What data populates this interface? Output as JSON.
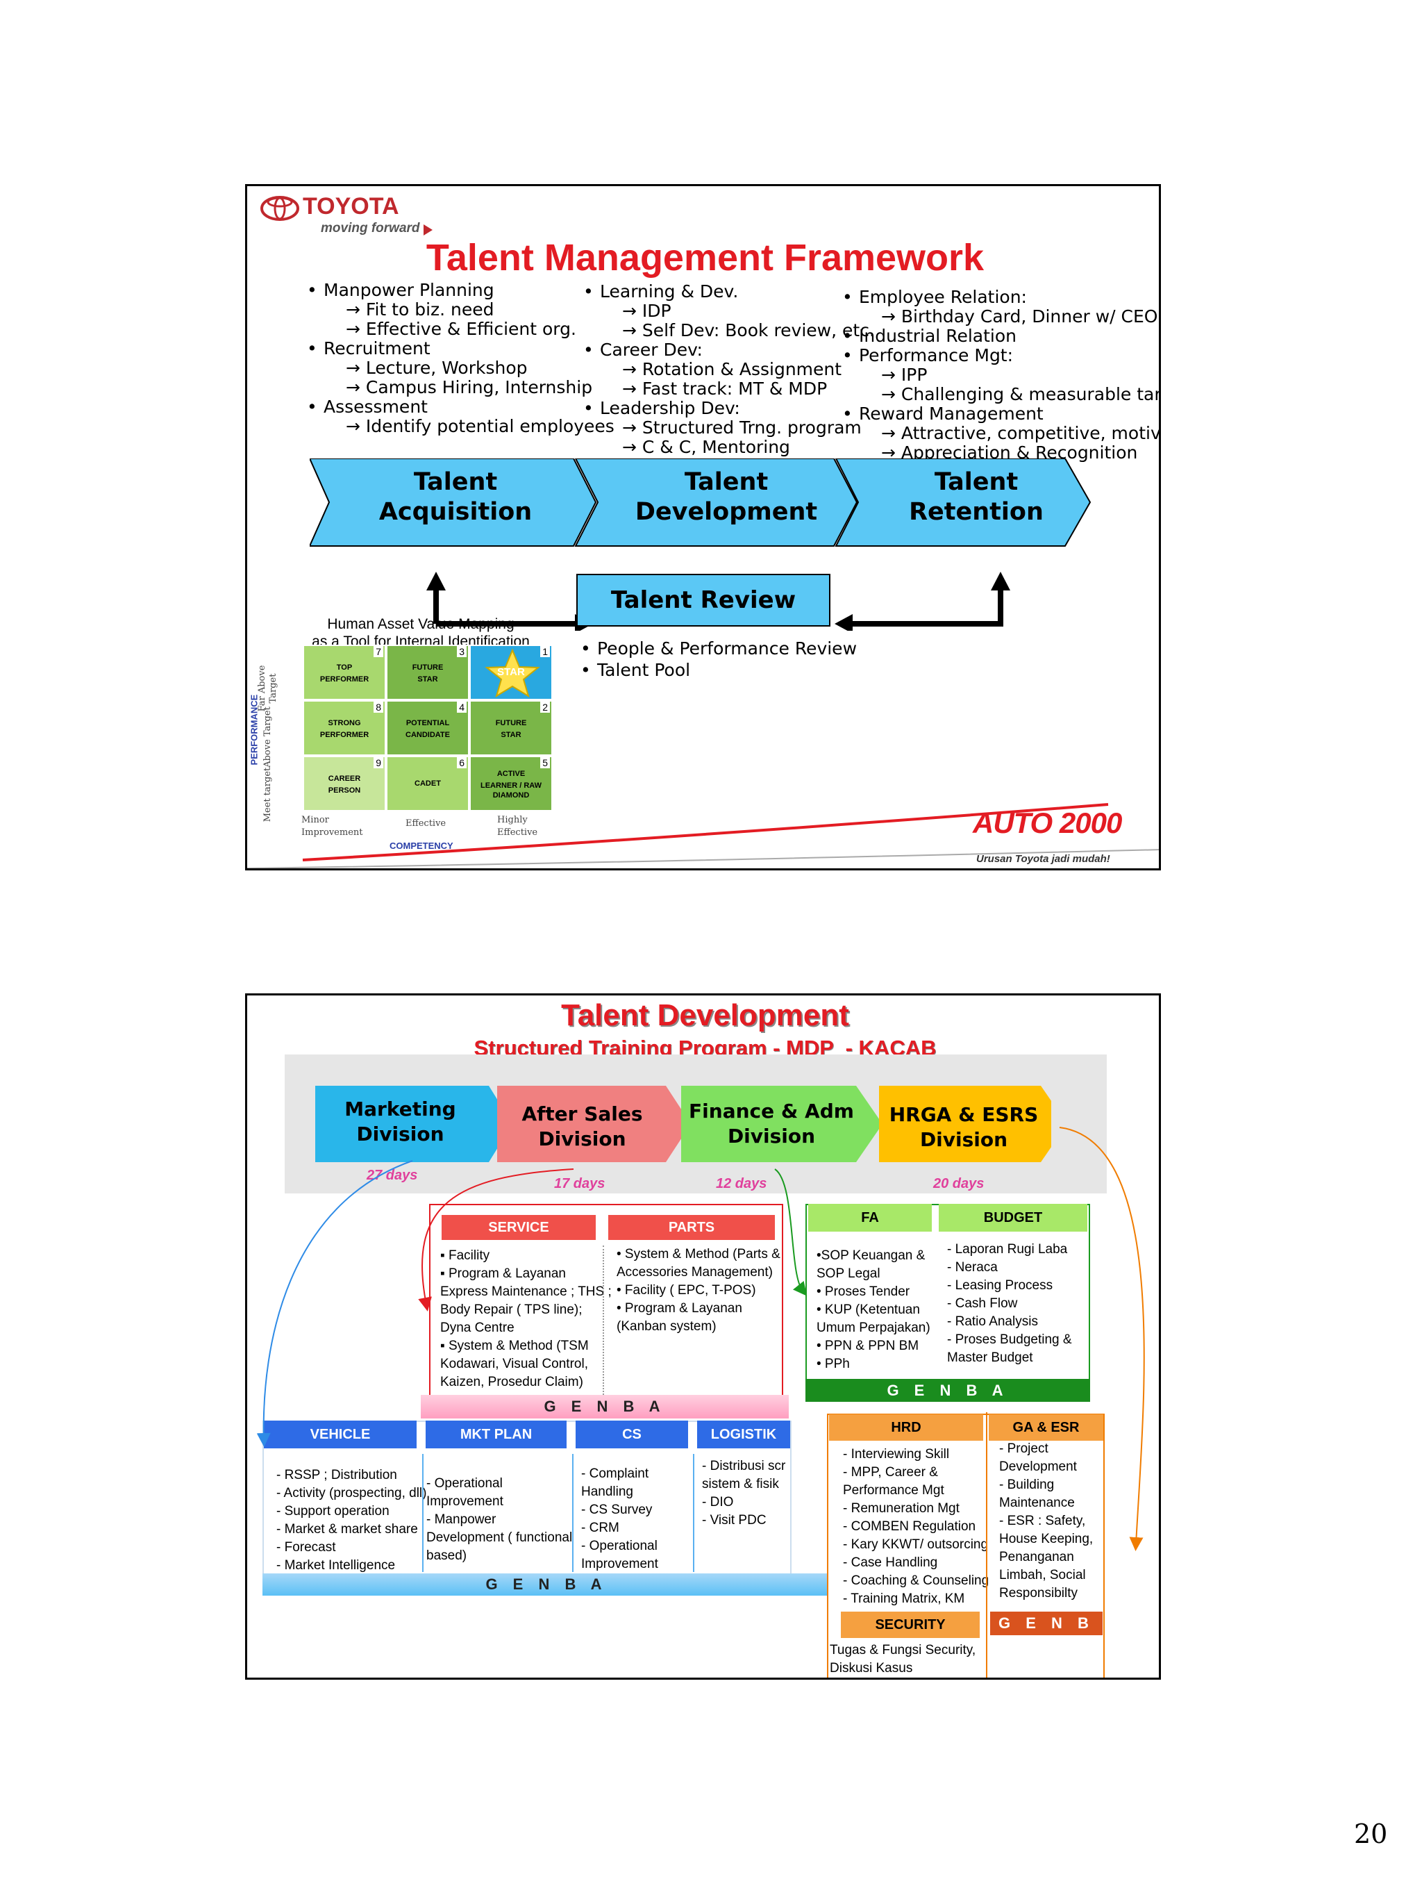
{
  "page_number": "20",
  "colors": {
    "title_red": "#e31c23",
    "arrow_blue": "#5bc8f5",
    "review_blue": "#5bc8f5",
    "green_dark": "#7ab648",
    "green_light": "#a8d86e",
    "star_blue": "#29a8e0"
  },
  "slide1": {
    "brand": "TOYOTA",
    "tagline": "moving forward",
    "title": "Talent Management Framework",
    "col1": [
      {
        "text": "Manpower Planning",
        "subs": [
          "Fit to biz. need",
          "Effective & Efficient  org."
        ]
      },
      {
        "text": "Recruitment",
        "subs": [
          "Lecture, Workshop",
          "Campus Hiring, Internship"
        ]
      },
      {
        "text": "Assessment",
        "subs": [
          "Identify potential employees"
        ]
      }
    ],
    "col2": [
      {
        "text": "Learning & Dev.",
        "subs": [
          "IDP",
          "Self Dev: Book review, etc."
        ]
      },
      {
        "text": "Career Dev:",
        "subs": [
          "Rotation & Assignment",
          "Fast track: MT & MDP"
        ]
      },
      {
        "text": "Leadership Dev:",
        "subs": [
          "Structured Trng. program",
          "C & C, Mentoring"
        ]
      }
    ],
    "col3": [
      {
        "text": "Employee Relation:",
        "subs": [
          "Birthday Card, Dinner w/ CEO"
        ]
      },
      {
        "text": "Industrial Relation",
        "subs": []
      },
      {
        "text": "Performance Mgt:",
        "subs": [
          "IPP",
          "Challenging & measurable target"
        ]
      },
      {
        "text": "Reward Management",
        "subs": [
          "Attractive, competitive, motivated",
          "Appreciation & Recognition"
        ]
      }
    ],
    "arrows": [
      {
        "line1": "Talent",
        "line2": "Acquisition"
      },
      {
        "line1": "Talent",
        "line2": "Development"
      },
      {
        "line1": "Talent",
        "line2": "Retention"
      }
    ],
    "review": {
      "label": "Talent Review",
      "bullets": [
        "People & Performance Review",
        "Talent Pool"
      ]
    },
    "matrix": {
      "caption_line1": "Human Asset Value Mapping",
      "caption_line2": "as a Tool for Internal Identification",
      "perf_axis": "PERFORMANCE",
      "rows": [
        "Far Above Target",
        "Above Target",
        "Meet target"
      ],
      "cols": [
        "Minor Improvement",
        "Effective",
        "Highly Effective"
      ],
      "comp_axis": "COMPETENCY",
      "cells": [
        {
          "num": "7",
          "l1": "TOP",
          "l2": "PERFORMER"
        },
        {
          "num": "3",
          "l1": "FUTURE",
          "l2": "STAR"
        },
        {
          "num": "1",
          "l1": "STAR",
          "l2": ""
        },
        {
          "num": "8",
          "l1": "STRONG",
          "l2": "PERFORMER"
        },
        {
          "num": "4",
          "l1": "POTENTIAL",
          "l2": "CANDIDATE"
        },
        {
          "num": "2",
          "l1": "FUTURE",
          "l2": "STAR"
        },
        {
          "num": "9",
          "l1": "CAREER",
          "l2": "PERSON"
        },
        {
          "num": "6",
          "l1": "CADET",
          "l2": ""
        },
        {
          "num": "5",
          "l1": "ACTIVE",
          "l2": "LEARNER / RAW DIAMOND"
        }
      ]
    },
    "auto2000": {
      "logo": "AUTO 2000",
      "tagline": "Urusan Toyota jadi mudah!"
    }
  },
  "slide2": {
    "title": "Talent Development",
    "subtitle": "Structured Training Program - MDP  - KACAB",
    "divisions": [
      {
        "l1": "Marketing",
        "l2": "Division",
        "days": "27 days"
      },
      {
        "l1": "After Sales",
        "l2": "Division",
        "days": "17 days"
      },
      {
        "l1": "Finance & Adm",
        "l2": "Division",
        "days": "12 days"
      },
      {
        "l1": "HRGA & ESRS",
        "l2": "Division",
        "days": "20 days"
      }
    ],
    "service": {
      "header": "SERVICE",
      "lines": [
        "▪ Facility",
        "▪ Program & Layanan",
        "Express Maintenance ; THS ;",
        "Body Repair ( TPS line);",
        "Dyna Centre",
        "▪ System & Method (TSM",
        "Kodawari, Visual Control,",
        "Kaizen, Prosedur Claim)"
      ]
    },
    "parts": {
      "header": "PARTS",
      "lines": [
        "•  System & Method (Parts &",
        "Accessories Management)",
        "•  Facility ( EPC, T-POS)",
        "•  Program & Layanan",
        "(Kanban system)"
      ]
    },
    "after_sales_genba": "G E N B A",
    "fa": {
      "header": "FA",
      "lines": [
        "•SOP Keuangan &",
        "SOP Legal",
        "• Proses Tender",
        "• KUP (Ketentuan",
        "Umum Perpajakan)",
        "• PPN & PPN BM",
        "• PPh"
      ]
    },
    "budget": {
      "header": "BUDGET",
      "lines": [
        "- Laporan Rugi Laba",
        "- Neraca",
        "- Leasing Process",
        "- Cash Flow",
        "- Ratio Analysis",
        "- Proses Budgeting &",
        "Master Budget"
      ]
    },
    "finance_genba": "G E N B A",
    "vehicle": {
      "header": "VEHICLE",
      "lines": [
        "- RSSP ; Distribution",
        "- Activity (prospecting, dll)",
        "- Support operation",
        "- Market & market share",
        "- Forecast",
        "- Market Intelligence"
      ]
    },
    "mktplan": {
      "header": "MKT PLAN",
      "lines": [
        "- Operational",
        "Improvement",
        "- Manpower",
        "Development ( functional",
        "based)"
      ]
    },
    "cs": {
      "header": "CS",
      "lines": [
        "- Complaint",
        "Handling",
        "- CS Survey",
        "- CRM",
        "- Operational",
        "Improvement"
      ]
    },
    "logistik": {
      "header": "LOGISTIK",
      "lines": [
        "- Distribusi scr",
        "sistem & fisik",
        "- DIO",
        "- Visit PDC"
      ]
    },
    "marketing_genba": "G E N B A",
    "hrd": {
      "header": "HRD",
      "lines": [
        "- Interviewing Skill",
        "- MPP, Career &",
        "Performance Mgt",
        "- Remuneration Mgt",
        "- COMBEN Regulation",
        "- Kary KKWT/ outsorcing",
        "- Case Handling",
        "- Coaching & Counseling",
        "- Training Matrix, KM"
      ]
    },
    "gaesr": {
      "header": "GA & ESR",
      "lines": [
        "- Project",
        "Development",
        "- Building",
        "Maintenance",
        "- ESR : Safety,",
        "House Keeping,",
        "Penanganan",
        "Limbah, Social",
        "Responsibilty"
      ]
    },
    "security": {
      "header": "SECURITY",
      "lines": [
        "Tugas & Fungsi Security,",
        "Diskusi Kasus"
      ]
    },
    "hrga_genba": "G E N B A"
  }
}
